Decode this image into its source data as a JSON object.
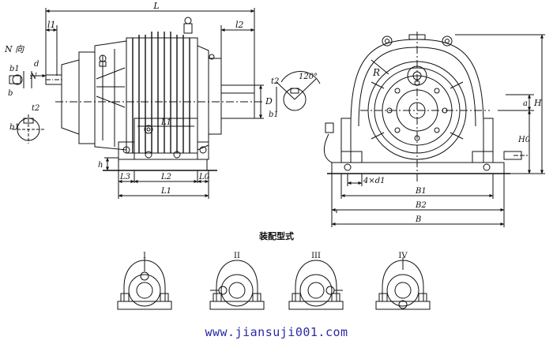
{
  "side_view": {
    "dims_top": [
      "L",
      "l1",
      "l2"
    ],
    "dims_left": [
      "N 向",
      "b1",
      "d",
      "N",
      "b",
      "t2",
      "b1"
    ],
    "dims_right": [
      "D",
      "t2",
      "120°",
      "b1"
    ],
    "dims_bottom": [
      "h",
      "L3",
      "L2",
      "L0",
      "L1"
    ],
    "inner_dim": "L1"
  },
  "front_view": {
    "radius_label": "R",
    "dims_right": [
      "a",
      "H",
      "H0"
    ],
    "dims_bottom": [
      "4×d1",
      "B1",
      "B2",
      "B"
    ]
  },
  "assembly": {
    "caption": "装配型式",
    "types": [
      "I",
      "II",
      "III",
      "IV"
    ]
  },
  "footer": {
    "url": "www.jiansuji001.com"
  },
  "colors": {
    "line": "#111111",
    "url": "#2a2aa6"
  }
}
